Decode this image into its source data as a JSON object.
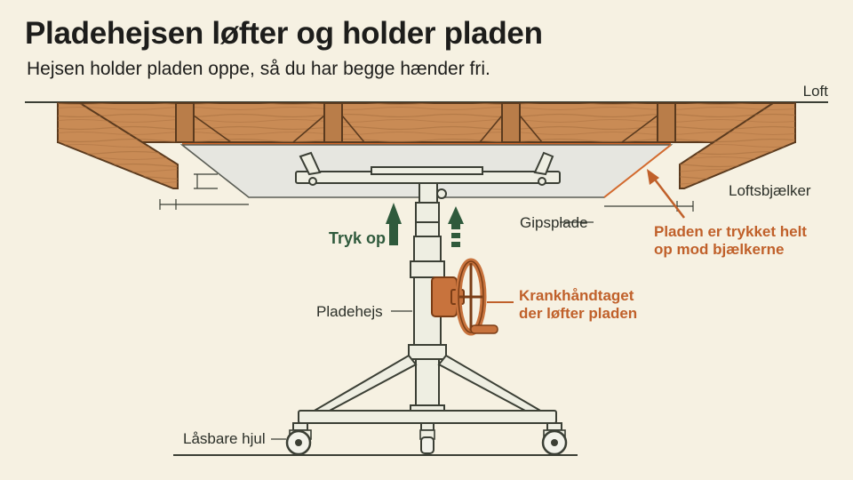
{
  "header": {
    "title": "Pladehejsen løfter og holder pladen",
    "subtitle": "Hejsen holder pladen oppe, så du har begge hænder fri."
  },
  "labels": {
    "ceiling": "Loft",
    "joists": "Loftsbjælker",
    "drywall": "Gipsplade",
    "push_up": "Tryk op",
    "hoist": "Pladehejs",
    "wheels": "Låsbare hjul"
  },
  "callouts": {
    "pressed_line1": "Pladen er trykket helt",
    "pressed_line2": "op mod bjælkerne",
    "crank_line1": "Krankhåndtaget",
    "crank_line2": "der løfter pladen"
  },
  "colors": {
    "background": "#f6f1e2",
    "wood": "#c98b55",
    "wood_dark": "#8a5a2e",
    "steel": "#eeeee2",
    "outline": "#3b3f35",
    "arrow_green": "#2f5a3c",
    "accent_orange": "#c0602a"
  },
  "icons": {
    "crank": "crank-handle-icon",
    "wheel": "caster-wheel-icon",
    "arrow": "arrow-up-icon"
  }
}
